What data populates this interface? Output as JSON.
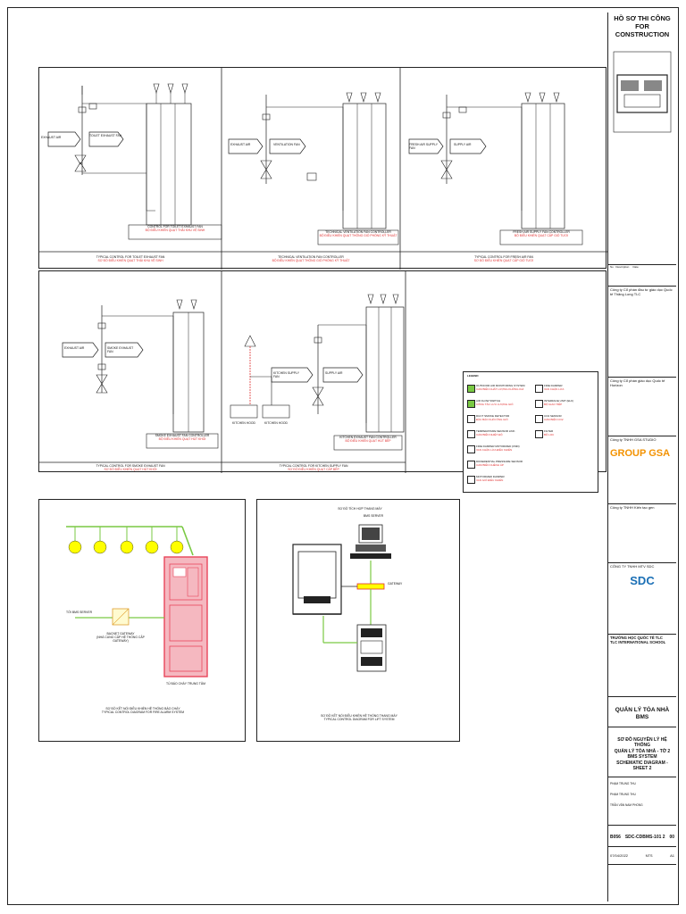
{
  "title_block": {
    "stamp_vn": "HỒ SƠ THI CÔNG",
    "stamp_en": "FOR CONSTRUCTION",
    "owner_name": "Công ty Cổ phần đầu tư giáo dục Quốc tế Thăng Long TLC",
    "consultant_name": "Công ty Cổ phần giáo dục Quốc tế Horizon",
    "design_company": "Công ty TNHH GSA STUDIO",
    "logo_gsa": "GROUP GSA",
    "contractor_name": "Công ty TNHH Kiến tạo gen",
    "mep_company": "CÔNG TY TNHH MTV SDC",
    "sdc_logo": "SDC",
    "school_vn": "TRƯỜNG HỌC QUỐC TẾ TLC",
    "school_en": "TLC INTERNATIONAL SCHOOL",
    "system_title": "QUẢN LÝ TÒA NHÀ BMS",
    "drawing_title_1": "SƠ ĐỒ NGUYÊN LÝ HỆ THỐNG",
    "drawing_title_2": "QUẢN LÝ TÒA NHÀ - TỜ 2",
    "drawing_title_3": "BMS SYSTEM",
    "drawing_title_4": "SCHEMATIC DIAGRAM - SHEET 2",
    "drawn_by": "PHẠM TRUNG THU",
    "checked_by": "PHẠM TRUNG THU",
    "approved_by": "TRẦN VĂN NAM PHONG",
    "project_no": "B056",
    "drawing_no": "SDC-CDBMS-101 2",
    "revision": "00",
    "scale": "NTS",
    "sheet_size": "A1",
    "date": "07/04/2022"
  },
  "panels": {
    "toilet": {
      "caption_en": "TYPICAL CONTROL FOR TOILET EXHAUST FAN",
      "caption_vn": "SƠ ĐỒ ĐIỀU KHIỂN QUẠT THẢI KHU VỆ SINH",
      "controller_en": "CONTROL FOR TOILET EXHAUST FAN",
      "controller_vn": "BỘ ĐIỀU KHIỂN QUẠT THẢI KHU VỆ SINH",
      "label_a": "EXHAUST AIR",
      "label_b": "TOILET EXHAUST FAN"
    },
    "technical": {
      "caption_en": "TECHNICAL VENTILATION FAN CONTROLLER",
      "caption_vn": "BỘ ĐIỀU KHIỂN QUẠT THÔNG GIÓ PHÒNG KỸ THUẬT",
      "controller_en": "TECHNICAL VENTILATION FAN CONTROLLER",
      "controller_vn": "BỘ ĐIỀU KHIỂN QUẠT THÔNG GIÓ PHÒNG KỸ THUẬT",
      "label_a": "EXHAUST AIR",
      "label_b": "VENTILATION FAN"
    },
    "fresh": {
      "caption_en": "TYPICAL CONTROL FOR FRESH AIR FAN",
      "caption_vn": "SƠ ĐỒ ĐIỀU KHIỂN QUẠT CẤP GIÓ TƯƠI",
      "controller_en": "FRESH AIR SUPPLY FAN CONTROLLER",
      "controller_vn": "BỘ ĐIỀU KHIỂN QUẠT CẤP GIÓ TƯƠI",
      "label_a": "FRESH AIR SUPPLY FAN",
      "label_b": "SUPPLY AIR"
    },
    "smoke": {
      "caption_en": "TYPICAL CONTROL FOR SMOKE EXHAUST FAN",
      "caption_vn": "SƠ ĐỒ ĐIỀU KHIỂN QUẠT HÚT KHÓI",
      "controller_en": "SMOKE EXHAUST FAN CONTROLLER",
      "controller_vn": "BỘ ĐIỀU KHIỂN QUẠT HÚT KHÓI",
      "label_a": "EXHAUST AIR",
      "label_b": "SMOKE EXHAUST FAN"
    },
    "kitchen": {
      "caption_en": "TYPICAL CONTROL FOR KITCHEN SUPPLY FAN",
      "caption_vn": "SƠ ĐỒ ĐIỀU KHIỂN QUẠT CẤP BẾP",
      "controller_en": "KITCHEN EXHAUST FAN CONTROLLER",
      "controller_vn": "BỘ ĐIỀU KHIỂN QUẠT HÚT BẾP",
      "label_a": "KITCHEN SUPPLY FAN",
      "label_b": "SUPPLY AIR",
      "label_c": "KITCHEN HOOD",
      "label_d": "KITCHEN HOOD"
    },
    "fire": {
      "caption_vn": "SƠ ĐỒ KẾT NỐI ĐIỀU KHIỂN HỆ THỐNG BÁO CHÁY",
      "caption_en": "TYPICAL CONTROL DIAGRAM FOR FIRE ALARM SYSTEM",
      "to_bms": "TỚI BMS SERVER",
      "gateway": "BACNET GATEWAY",
      "gateway_note": "(NHÀ CUNG CẤP HỆ THỐNG CẤP GATEWAY)",
      "panel_label": "TỦ BÁO CHÁY TRUNG TÂM"
    },
    "lift": {
      "header": "SƠ ĐỒ TÍCH HỢP THANG MÁY",
      "server": "BMS SERVER",
      "gateway": "GATEWAY",
      "caption_vn": "SƠ ĐỒ KẾT NỐI ĐIỀU KHIỂN HỆ THỐNG THANG MÁY",
      "caption_en": "TYPICAL CONTROL DIAGRAM FOR LIFT SYSTEM"
    }
  },
  "legend": {
    "title": "LEGEND",
    "left": [
      {
        "en": "OUTDOOR AIR MONITORING SYSTEM",
        "vn": "CẢM BIẾN CHẤT LƯỢNG KHÔNG KHÍ"
      },
      {
        "en": "AIR FLOW SWITCH",
        "vn": "CÔNG TẮC LƯU LƯỢNG GIÓ"
      },
      {
        "en": "DUCT SMOKE DETECTOR",
        "vn": "ĐẦU BÁO KHÓI ỐNG GIÓ"
      },
      {
        "en": "TEMPERATURE SENSOR LINK",
        "vn": "CẢM BIẾN NHIỆT ĐỘ"
      },
      {
        "en": "FIRE DAMPER MOTORIZED (FMD)",
        "vn": "VAN CHẶN LỬA ĐIỀU KHIỂN"
      },
      {
        "en": "DIFFERENTIAL PRESSURE SENSOR",
        "vn": "CẢM BIẾN CHÊNH ÁP"
      },
      {
        "en": "MOTORIZED DAMPER",
        "vn": "VAN GIÓ ĐIỀU KHIỂN"
      }
    ],
    "right": [
      {
        "en": "FIRE DAMPER",
        "vn": "VAN CHẶN LỬA"
      },
      {
        "en": "INTERFACE UNIT (ELK)",
        "vn": "BỘ GIAO TIẾP"
      },
      {
        "en": "CO2 SENSOR",
        "vn": "CẢM BIẾN CO2"
      },
      {
        "en": "FILTER",
        "vn": "BỘ LỌC"
      }
    ]
  },
  "colors": {
    "line": "#222222",
    "accent_red": "#e03030",
    "bulb_yellow": "#ffff00",
    "wire_green": "#7ac943",
    "fire_panel": "#e8455a",
    "sdc_blue": "#1a6fb5",
    "gsa_orange": "#f39200"
  }
}
